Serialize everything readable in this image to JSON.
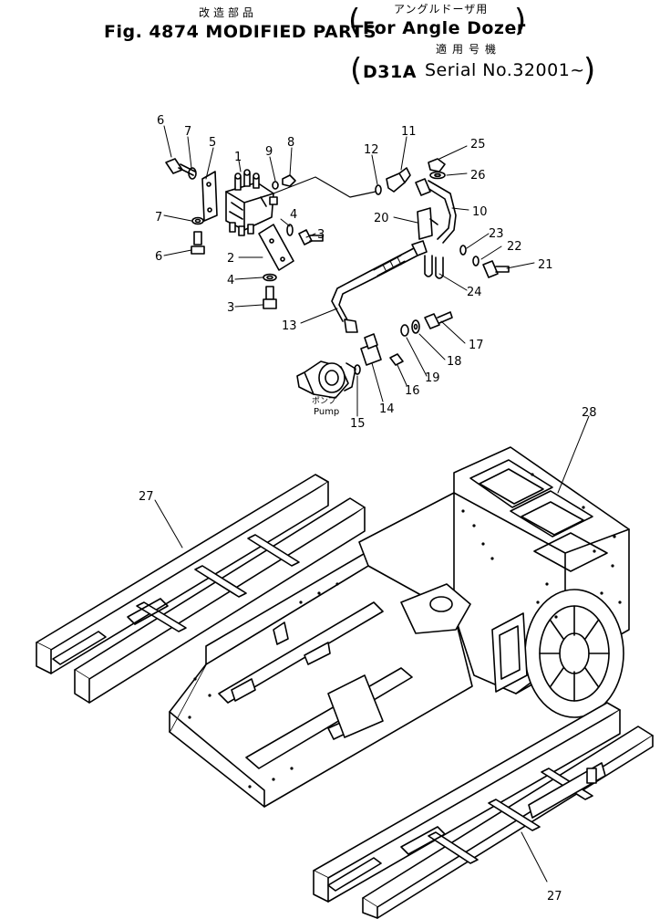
{
  "header": {
    "title_jp": "改造部品",
    "fig_title": "Fig. 4874 MODIFIED PARTS",
    "for_jp": "アングルドーザ用",
    "for_en": "For Angle Dozer",
    "serial_jp": "適用号機",
    "model": "D31A",
    "serial": "Serial No.32001~"
  },
  "pump_label_jp": "ポンプ",
  "pump_label_en": "Pump",
  "callouts": [
    "1",
    "2",
    "3",
    "3",
    "4",
    "4",
    "5",
    "6",
    "6",
    "7",
    "7",
    "8",
    "9",
    "10",
    "11",
    "12",
    "13",
    "14",
    "15",
    "16",
    "17",
    "18",
    "19",
    "20",
    "21",
    "22",
    "23",
    "24",
    "25",
    "26",
    "27",
    "27",
    "28"
  ]
}
